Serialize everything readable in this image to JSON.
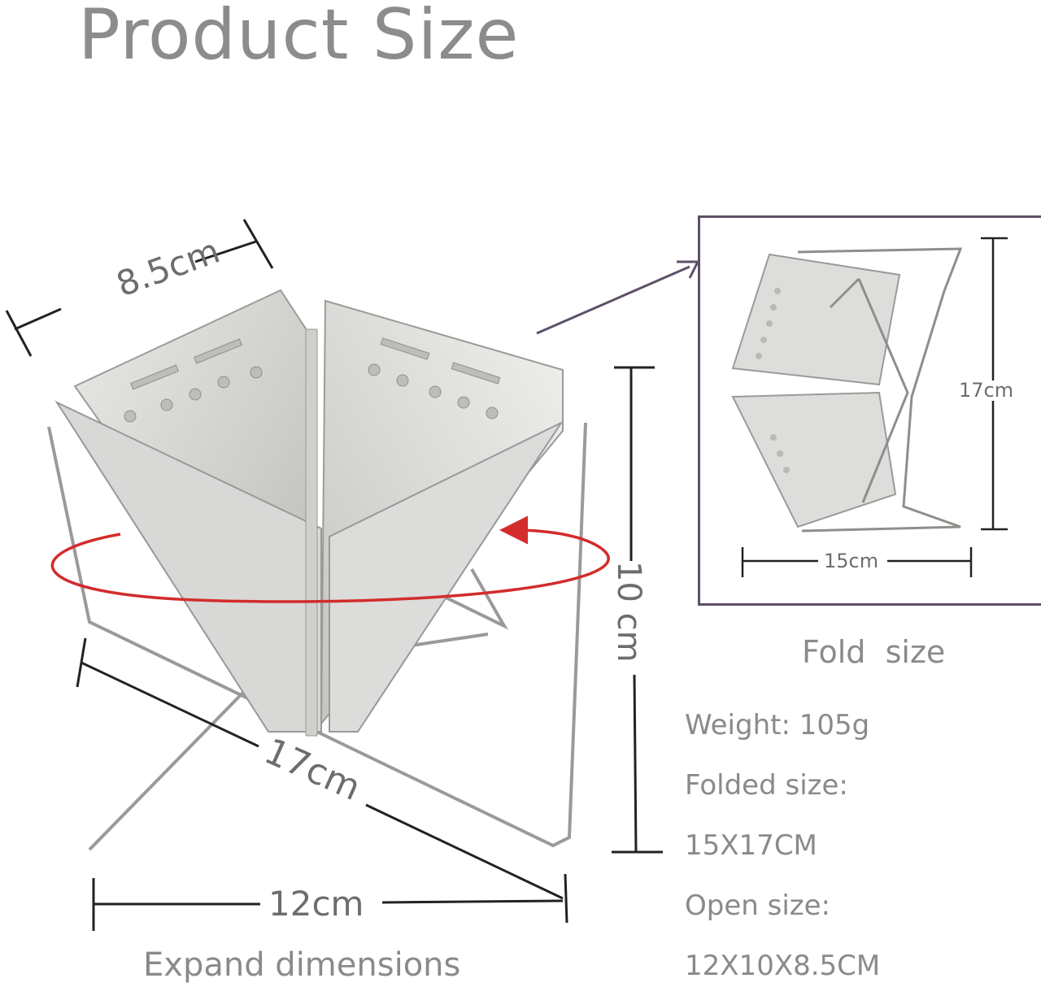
{
  "title": "Product Size",
  "open_dimensions": {
    "depth": "8.5cm",
    "diagonal": "17cm",
    "width": "12cm",
    "height": "10 cm"
  },
  "fold_dimensions": {
    "height": "17cm",
    "width": "15cm"
  },
  "captions": {
    "fold": "Fold  size",
    "expand": "Expand dimensions"
  },
  "specs": {
    "weight": "Weight: 105g",
    "folded_label": "Folded size:",
    "folded_value": "15X17CM",
    "open_label": "Open size:",
    "open_value": "12X10X8.5CM"
  },
  "colors": {
    "rotation_arrow": "#d32c2c",
    "frame": "#5e5068",
    "text": "#8a8a8a"
  }
}
